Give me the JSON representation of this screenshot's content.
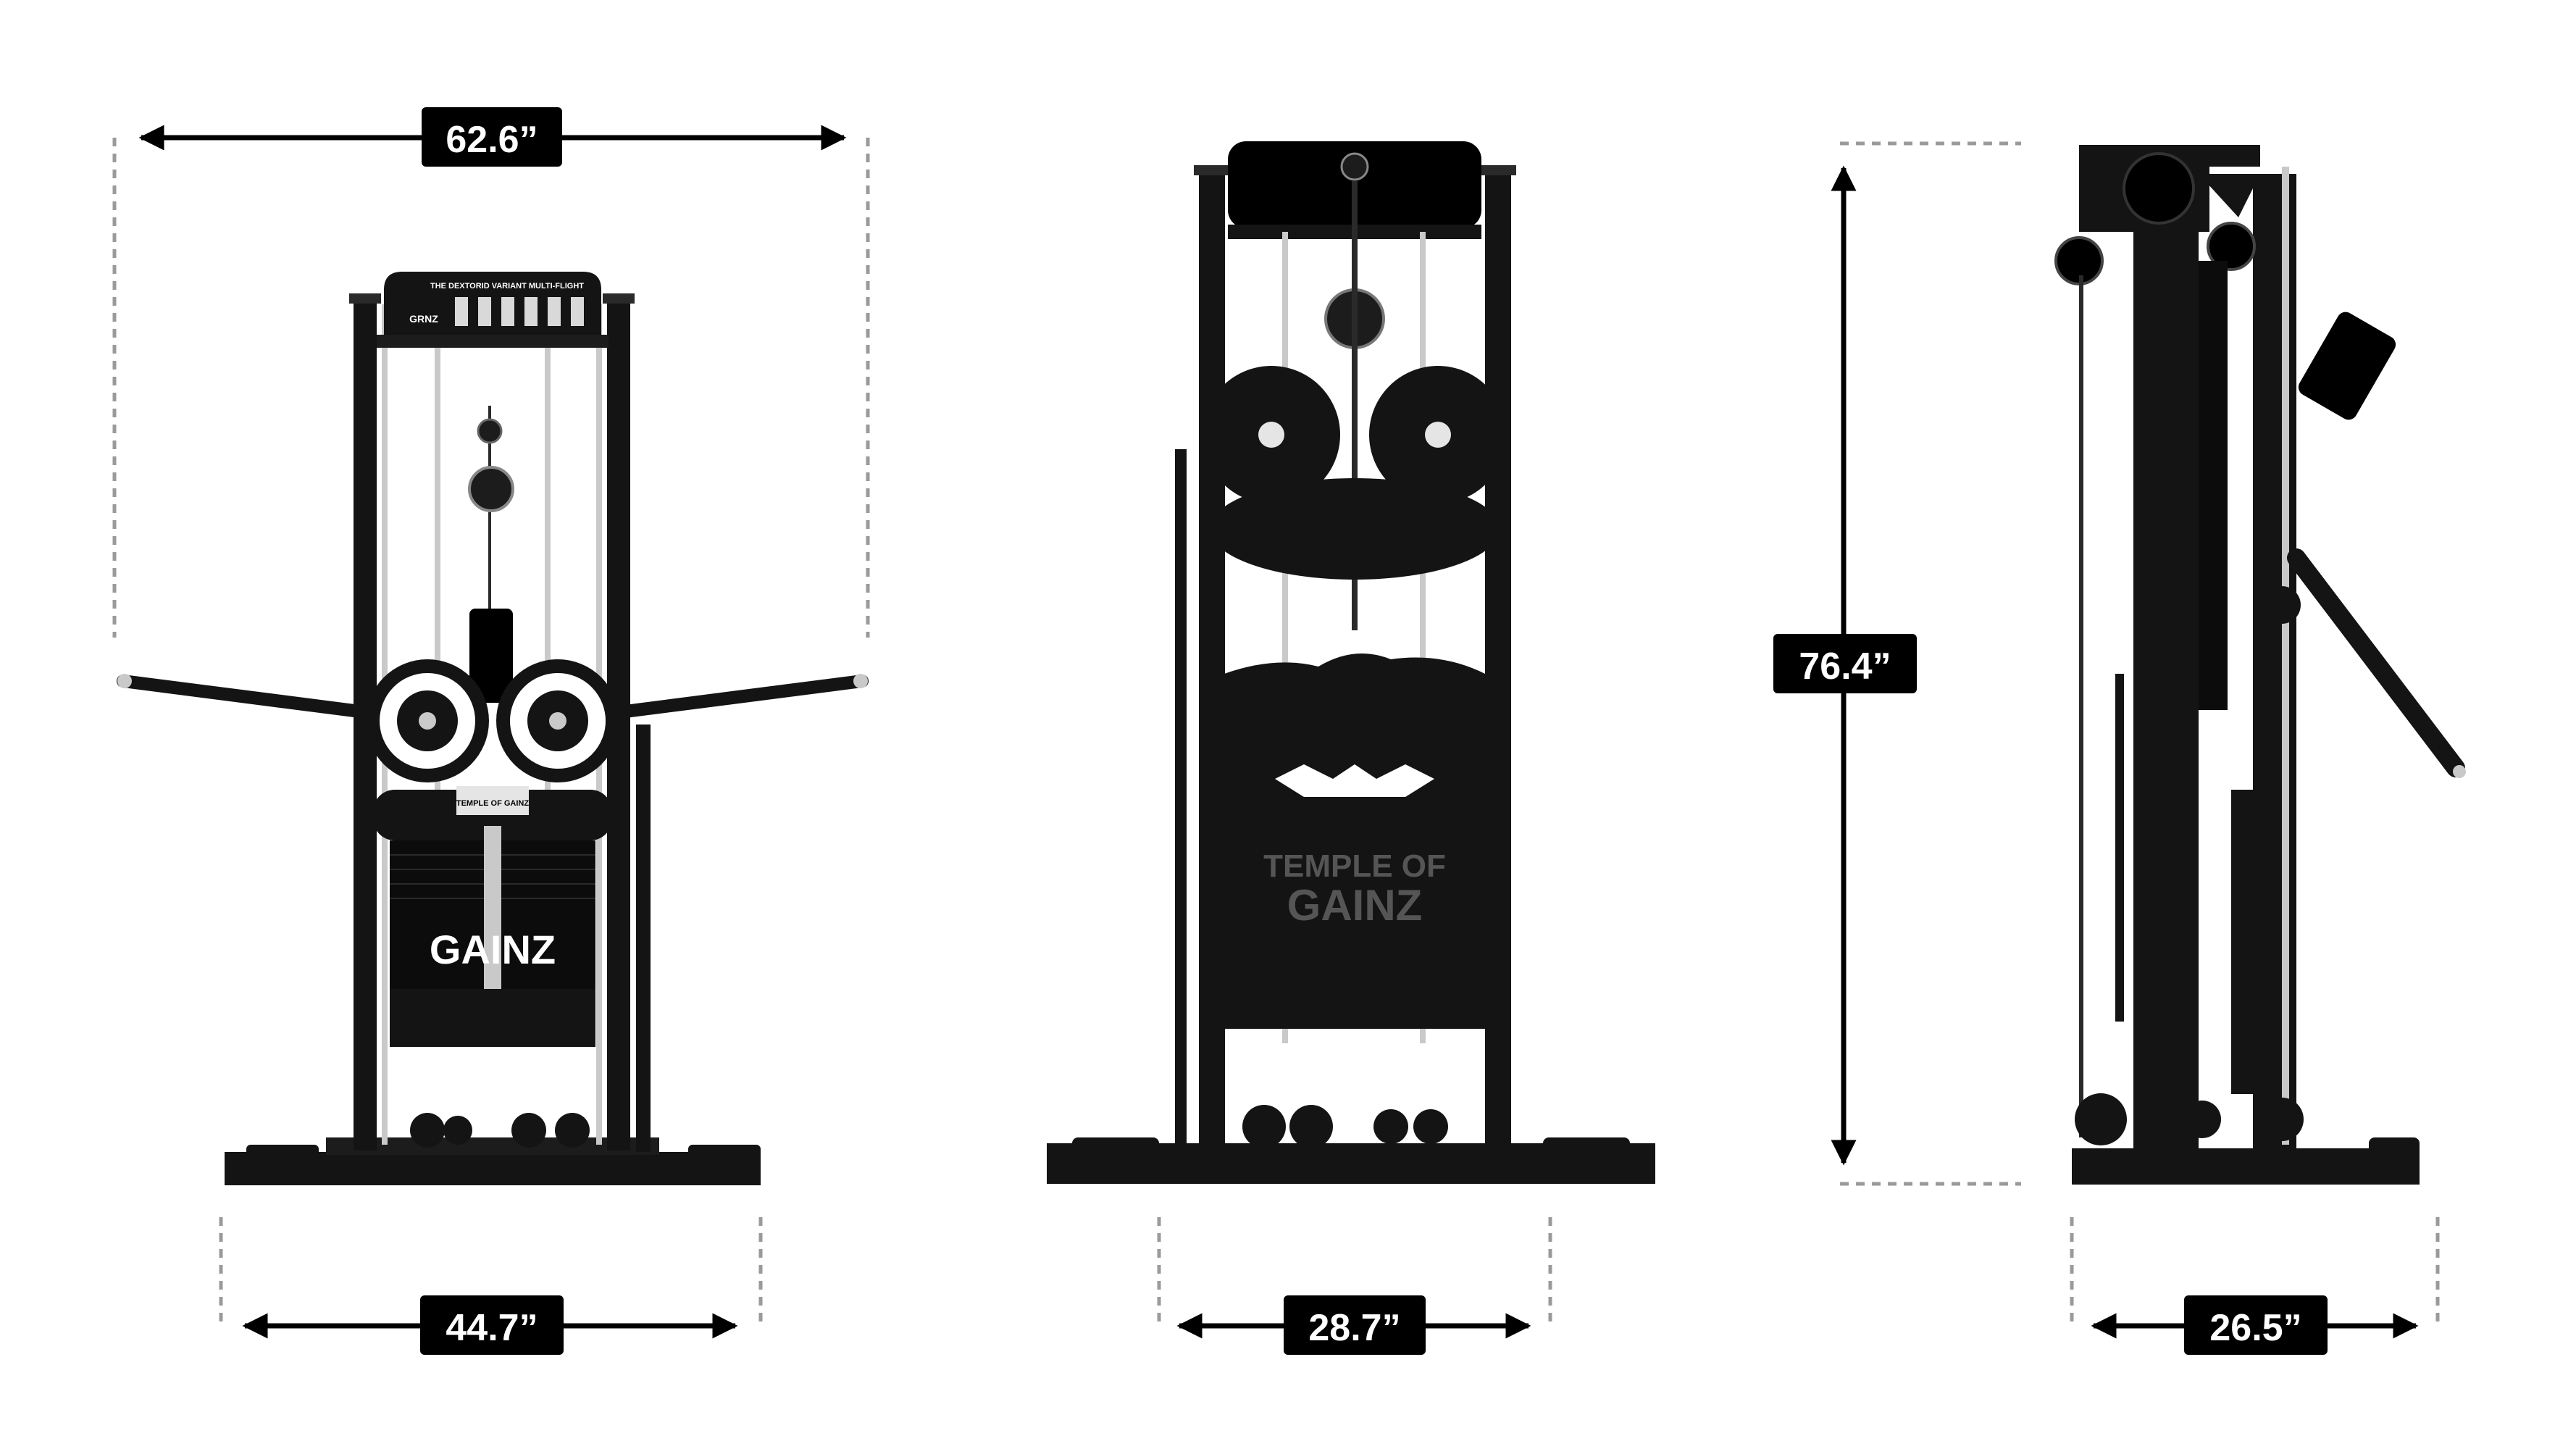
{
  "colors": {
    "background": "#ffffff",
    "machine": "#141414",
    "machine_dark": "#000000",
    "steel": "#c9c9c9",
    "label_bg": "#000000",
    "label_text": "#ffffff",
    "guide": "#9a9a9a"
  },
  "views": [
    {
      "name": "front-view",
      "width_label": "44.7”"
    },
    {
      "name": "rear-view",
      "width_label": "28.7”"
    },
    {
      "name": "side-view",
      "depth_label": "26.5”"
    }
  ],
  "dimensions": {
    "arm_span": "62.6”",
    "front_width": "44.7”",
    "rear_width": "28.7”",
    "height": "76.4”",
    "side_depth": "26.5”"
  },
  "branding": {
    "top_panel_title": "THE DEXTORID VARIANT MULTI-FLIGHT",
    "top_panel_logo": "GRNZ",
    "front_badge": "TEMPLE OF GAINZ",
    "front_stack_logo": "GAINZ",
    "rear_logo_line1": "TEMPLE OF",
    "rear_logo_line2": "GAINZ"
  }
}
